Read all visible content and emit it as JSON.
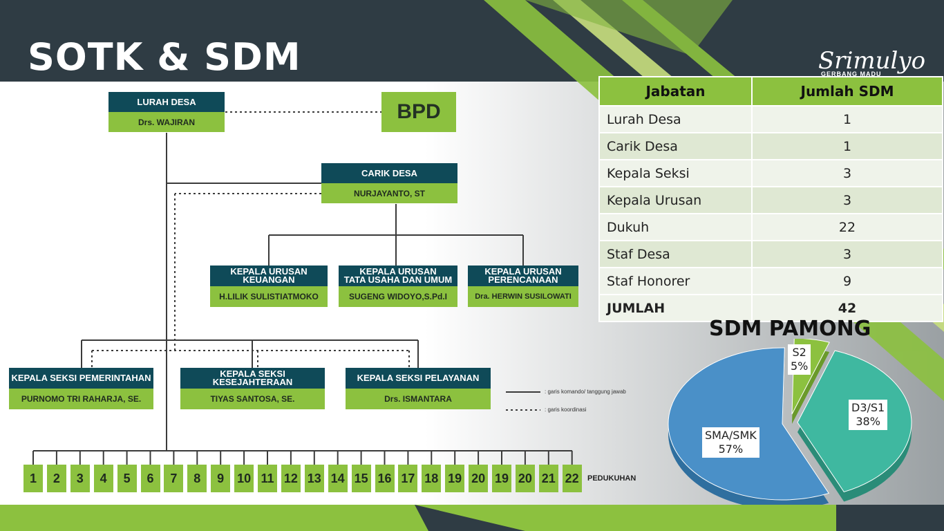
{
  "title": "SOTK & SDM",
  "logo": {
    "name": "Srimulyo",
    "subtitle": "GERBANG MADU"
  },
  "org": {
    "lurah": {
      "title": "LURAH DESA",
      "name": "Drs. WAJIRAN"
    },
    "bpd": "BPD",
    "carik": {
      "title": "CARIK DESA",
      "name": "NURJAYANTO, ST"
    },
    "urusan": [
      {
        "title": "KEPALA URUSAN\nKEUANGAN",
        "name": "H.LILIK SULISTIATMOKO"
      },
      {
        "title": "KEPALA URUSAN\nTATA USAHA DAN UMUM",
        "name": "SUGENG WIDOYO,S.Pd.I"
      },
      {
        "title": "KEPALA URUSAN\nPERENCANAAN",
        "name": "Dra. HERWIN SUSILOWATI"
      }
    ],
    "seksi": [
      {
        "title": "KEPALA SEKSI PEMERINTAHAN",
        "name": "PURNOMO TRI RAHARJA, SE."
      },
      {
        "title": "KEPALA SEKSI KESEJAHTERAAN",
        "name": "TIYAS SANTOSA, SE."
      },
      {
        "title": "KEPALA SEKSI PELAYANAN",
        "name": "Drs. ISMANTARA"
      }
    ],
    "legend": {
      "solid": ": garis komando/ tanggung jawab",
      "dotted": ": garis koordinasi"
    },
    "padukuhan": [
      "1",
      "2",
      "3",
      "4",
      "5",
      "6",
      "7",
      "8",
      "9",
      "10",
      "11",
      "12",
      "13",
      "14",
      "15",
      "16",
      "17",
      "18",
      "19",
      "20",
      "19",
      "20",
      "21",
      "22"
    ],
    "padukuhan_label": "PEDUKUHAN"
  },
  "table": {
    "headers": [
      "Jabatan",
      "Jumlah SDM"
    ],
    "rows": [
      [
        "Lurah Desa",
        "1"
      ],
      [
        "Carik Desa",
        "1"
      ],
      [
        "Kepala Seksi",
        "3"
      ],
      [
        "Kepala Urusan",
        "3"
      ],
      [
        "Dukuh",
        "22"
      ],
      [
        "Staf Desa",
        "3"
      ],
      [
        "Staf Honorer",
        "9"
      ]
    ],
    "total": [
      "JUMLAH",
      "42"
    ]
  },
  "chart_data": {
    "type": "pie",
    "title": "SDM PAMONG",
    "slices": [
      {
        "label": "SMA/SMK",
        "value": 57,
        "color": "#4a90c8"
      },
      {
        "label": "S2",
        "value": 5,
        "color": "#8cc13f"
      },
      {
        "label": "D3/S1",
        "value": 38,
        "color": "#3fb8a0"
      }
    ]
  }
}
